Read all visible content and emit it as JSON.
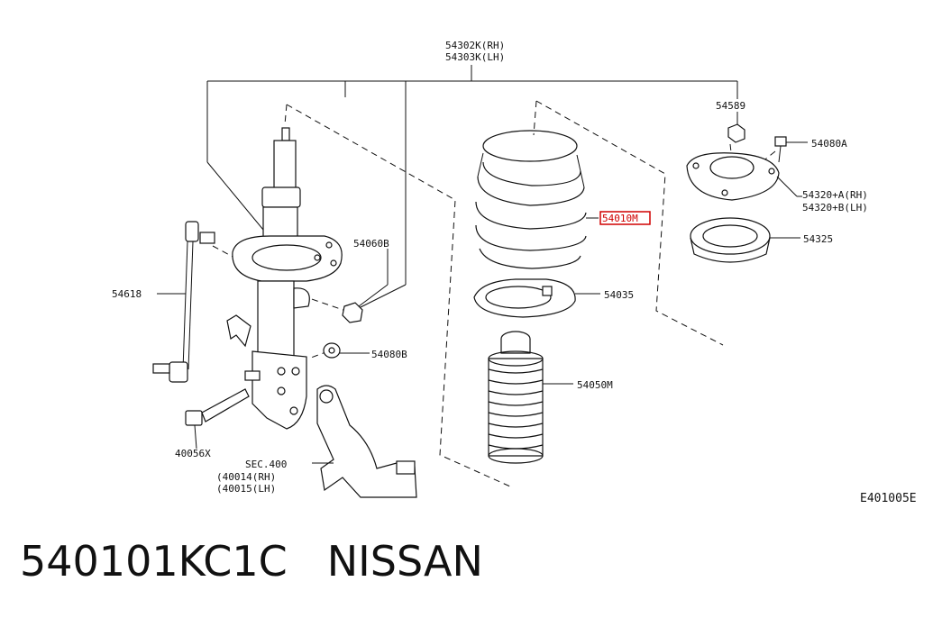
{
  "diagram": {
    "labels": {
      "assembly_rh": "54302K(RH)",
      "assembly_lh": "54303K(LH)",
      "strut_mount_nut": "54589",
      "bolt_a": "54080A",
      "mount_rh": "54320+A(RH)",
      "mount_lh": "54320+B(LH)",
      "bearing": "54325",
      "coil_spring": "54010M",
      "spring_seat": "54035",
      "bumper_boot": "54050M",
      "nut_b": "54060B",
      "bolt_b": "54080B",
      "stabilizer_link": "54618",
      "bolt_c": "40056X",
      "sec_ref": "SEC.400",
      "knuckle_rh": "(40014(RH)",
      "knuckle_lh": "(40015(LH)",
      "figure_code": "E401005E"
    },
    "highlight_color": "#d00000"
  },
  "caption": {
    "part_number": "540101KC1C",
    "brand": "NISSAN"
  }
}
